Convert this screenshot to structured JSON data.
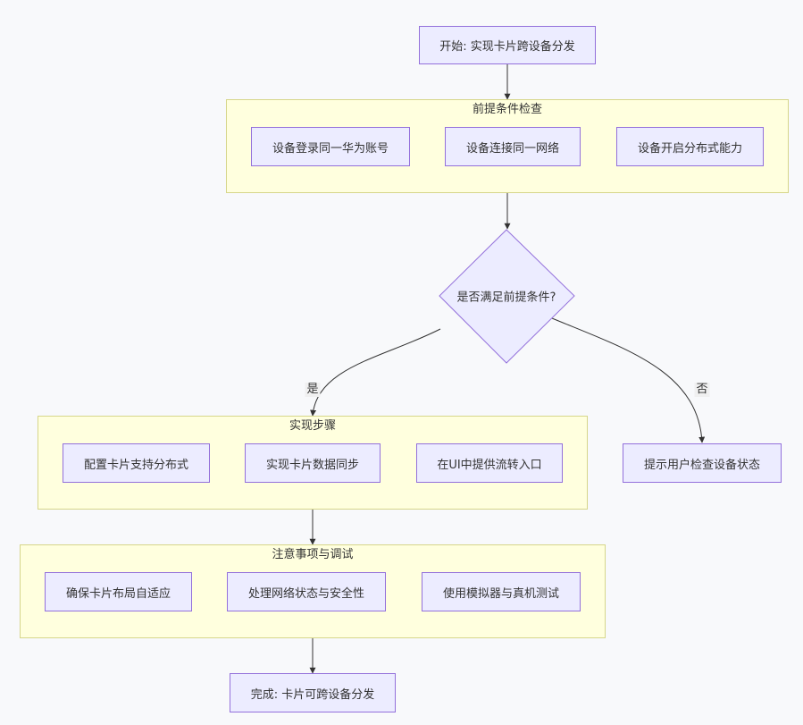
{
  "diagram": {
    "start": "开始: 实现卡片跨设备分发",
    "prereq": {
      "title": "前提条件检查",
      "items": [
        "设备登录同一华为账号",
        "设备连接同一网络",
        "设备开启分布式能力"
      ]
    },
    "decision": "是否满足前提条件?",
    "edge_yes": "是",
    "edge_no": "否",
    "steps": {
      "title": "实现步骤",
      "items": [
        "配置卡片支持分布式",
        "实现卡片数据同步",
        "在UI中提供流转入口"
      ]
    },
    "notify": "提示用户检查设备状态",
    "notes": {
      "title": "注意事项与调试",
      "items": [
        "确保卡片布局自适应",
        "处理网络状态与安全性",
        "使用模拟器与真机测试"
      ]
    },
    "end": "完成: 卡片可跨设备分发",
    "colors": {
      "node_fill": "#ececff",
      "node_border": "#9370db",
      "cluster_fill": "#ffffde",
      "cluster_border": "#d6d68a",
      "edge": "#333333"
    }
  }
}
